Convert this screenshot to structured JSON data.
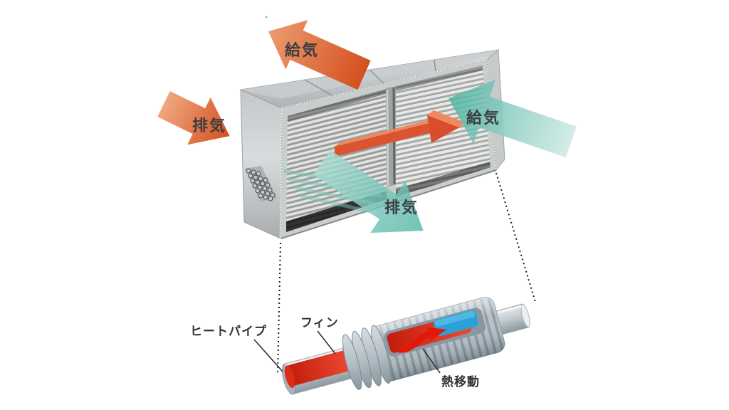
{
  "diagram_labels": {
    "supply_out": "給気",
    "exhaust_in": "排気",
    "supply_in": "給気",
    "exhaust_out": "排気",
    "heat_pipe": "ヒートパイプ",
    "fin": "フィン",
    "heat_transfer": "熱移動"
  },
  "colors": {
    "warm_air_arrow": "#DB5A28",
    "cool_air_arrow": "#57B7A8",
    "hot_fluid": "#E02C17",
    "cold_fluid": "#2AA1D8",
    "heat_flow_arrow": "#E0512E",
    "label_text": "#3A3E42",
    "casing_metal": "#C2C7C9"
  }
}
